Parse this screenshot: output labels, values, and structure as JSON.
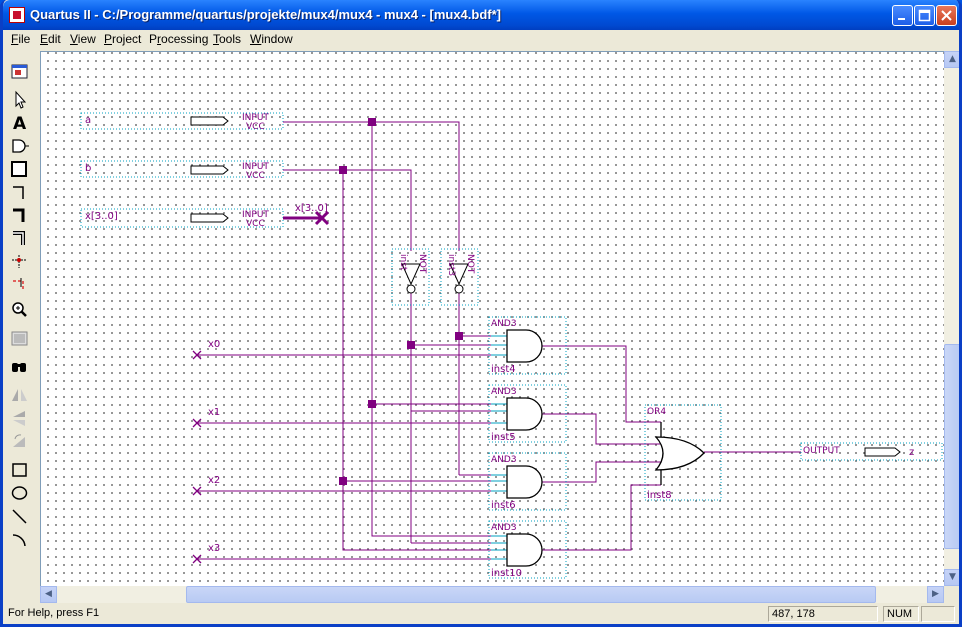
{
  "window": {
    "title": "Quartus II - C:/Programme/quartus/projekte/mux4/mux4 - mux4 - [mux4.bdf*]"
  },
  "menu": [
    {
      "label": "File",
      "hotkey": "F"
    },
    {
      "label": "Edit",
      "hotkey": "E"
    },
    {
      "label": "View",
      "hotkey": "V"
    },
    {
      "label": "Project",
      "hotkey": "P"
    },
    {
      "label": "Processing",
      "hotkey": "r"
    },
    {
      "label": "Tools",
      "hotkey": "T"
    },
    {
      "label": "Window",
      "hotkey": "W"
    }
  ],
  "toolbar": [
    "block-diagram-window-icon",
    "selection-tool-icon",
    "text-tool-icon",
    "symbol-tool-icon",
    "block-tool-icon",
    "orthogonal-node-tool-icon",
    "orthogonal-bus-tool-icon",
    "orthogonal-conduit-tool-icon",
    "use-rubberbanding-icon",
    "partial-line-selection-icon",
    "zoom-tool-icon",
    "full-screen-icon",
    "find-icon",
    "flip-horizontal-icon",
    "flip-vertical-icon",
    "rotate-left-icon",
    "rectangle-tool-icon",
    "oval-tool-icon",
    "line-tool-icon",
    "arc-tool-icon"
  ],
  "schematic": {
    "inputs": [
      {
        "name": "a",
        "type": "INPUT",
        "default": "VCC"
      },
      {
        "name": "b",
        "type": "INPUT",
        "default": "VCC"
      },
      {
        "name": "x[3..0]",
        "type": "INPUT",
        "default": "VCC",
        "bus_label": "x[3..0]"
      }
    ],
    "not_gates": [
      {
        "type": "NOT",
        "instance": "inst"
      },
      {
        "type": "NOT",
        "instance": "inst3"
      }
    ],
    "and_gates": [
      {
        "type": "AND3",
        "instance": "inst4",
        "input_label": "x0"
      },
      {
        "type": "AND3",
        "instance": "inst5",
        "input_label": "x1"
      },
      {
        "type": "AND3",
        "instance": "inst6",
        "input_label": "x2"
      },
      {
        "type": "AND3",
        "instance": "inst10",
        "input_label": "x3"
      }
    ],
    "or_gate": {
      "type": "OR4",
      "instance": "inst8"
    },
    "output": {
      "type": "OUTPUT",
      "name": "z"
    }
  },
  "status": {
    "help": "For Help, press F1",
    "coords": "487, 178",
    "num": "NUM"
  },
  "colors": {
    "wire": "#800080",
    "junction": "#800080",
    "symbol_border": "#00a0c0",
    "title_bar": "#0058e6"
  }
}
